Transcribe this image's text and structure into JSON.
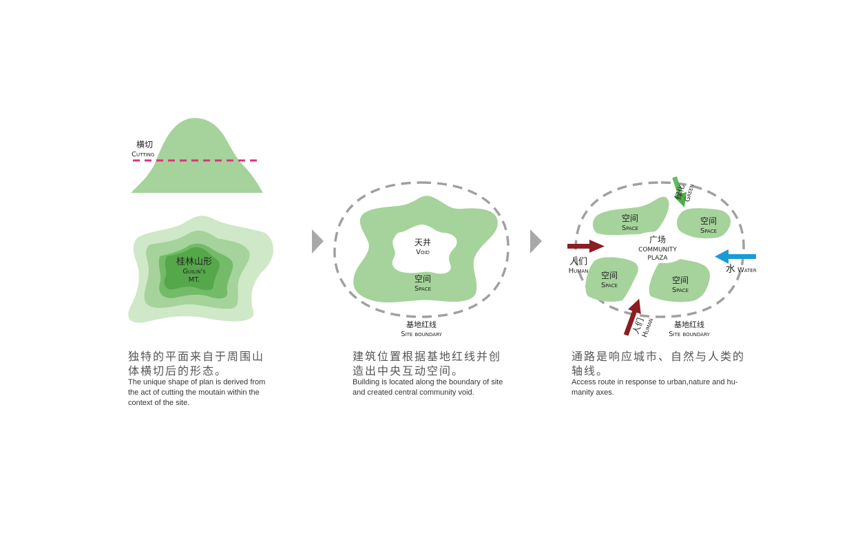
{
  "panel1": {
    "cut_label_cn": "横切",
    "cut_label_en": "Cutting",
    "mountain_label_cn": "桂林山形",
    "mountain_label_en1": "Guilin's",
    "mountain_label_en2": "MT.",
    "caption_cn_line1": "独特的平面来自于周围山",
    "caption_cn_line2": "体横切后的形态。",
    "caption_en_line1": "The unique shape of plan is derived from",
    "caption_en_line2": "the act of cutting the moutain within the",
    "caption_en_line3": "context of the site."
  },
  "panel2": {
    "void_cn": "天井",
    "void_en": "Void",
    "space_cn": "空间",
    "space_en": "Space",
    "boundary_cn": "基地红线",
    "boundary_en": "Site boundary",
    "caption_cn_line1": "建筑位置根据基地红线并创",
    "caption_cn_line2": "造出中央互动空间。",
    "caption_en_line1": "Building is located along the boundary of site",
    "caption_en_line2": "and created central community void."
  },
  "panel3": {
    "plaza_cn": "广场",
    "plaza_en1": "community",
    "plaza_en2": "plaza",
    "space_cn": "空间",
    "space_en": "Space",
    "human_cn": "人们",
    "human_en": "Human",
    "water_cn": "水",
    "water_en": "Water",
    "green_cn": "绿化",
    "green_en": "Green",
    "boundary_cn": "基地红线",
    "boundary_en": "Site boundary",
    "caption_cn_line1": "通路是响应城市、自然与人类的",
    "caption_cn_line2": "轴线。",
    "caption_en_line1": "Access route in response to urban,nature and hu-",
    "caption_en_line2": "manity axes."
  },
  "colors": {
    "green_light": "#cfe8c8",
    "green_mid": "#a5d39b",
    "green_dark": "#74bb68",
    "green_deep": "#55a84a",
    "cut_line": "#e0327a",
    "boundary": "#a0a0a0",
    "arrow_human": "#8b1e22",
    "arrow_water": "#1a9bd7",
    "arrow_green": "#4caf45",
    "chevron": "#a8a8a8"
  }
}
